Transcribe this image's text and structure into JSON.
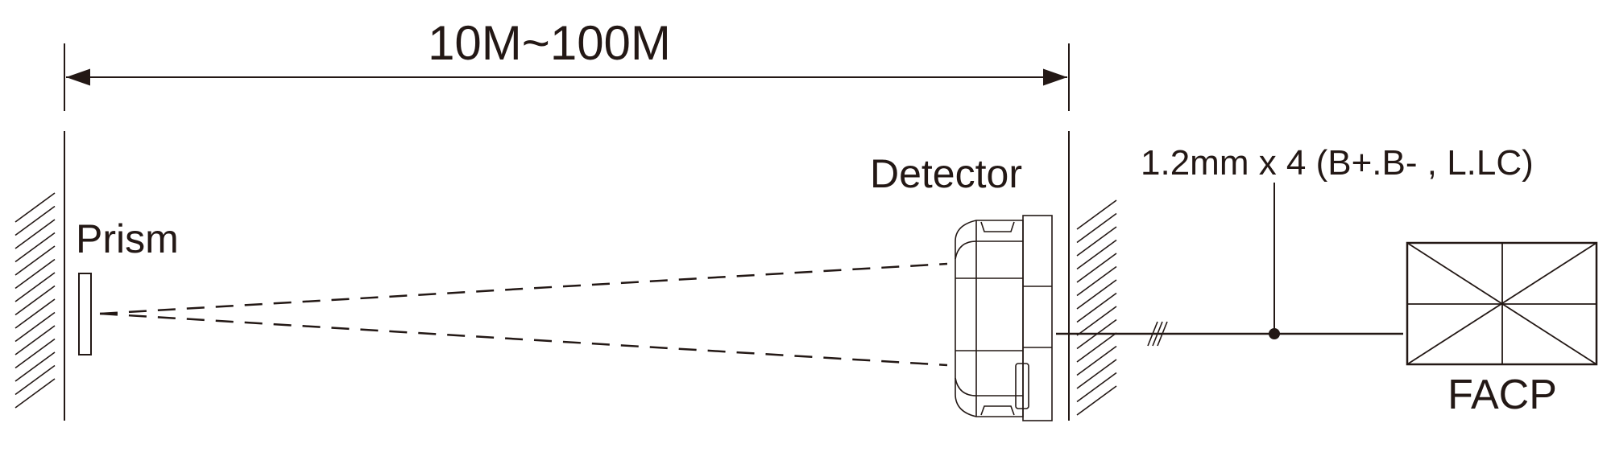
{
  "diagram": {
    "distance_label": "10M~100M",
    "prism_label": "Prism",
    "detector_label": "Detector",
    "cable_label": "1.2mm x 4 (B+.B- , L.LC)",
    "panel_label": "FACP"
  },
  "colors": {
    "ink": "#231815",
    "background": "#ffffff"
  }
}
